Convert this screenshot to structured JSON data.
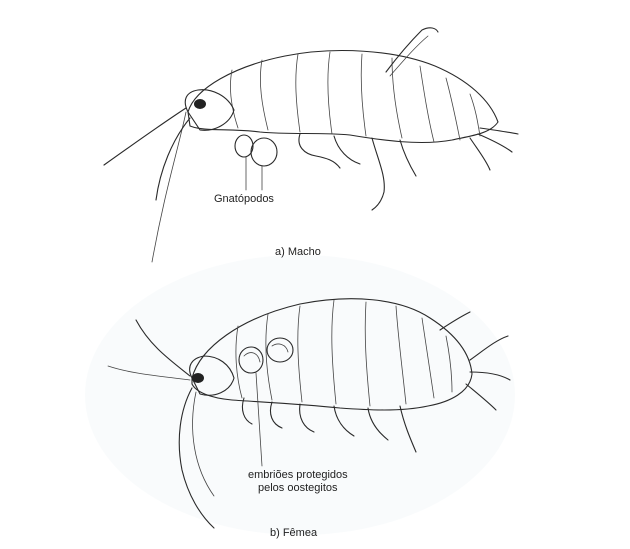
{
  "figure": {
    "male": {
      "part_label": "Gnatópodos",
      "caption": "a) Macho"
    },
    "female": {
      "part_label_line1": "embriões protegidos",
      "part_label_line2": "pelos oostegitos",
      "caption": "b) Fêmea"
    }
  }
}
